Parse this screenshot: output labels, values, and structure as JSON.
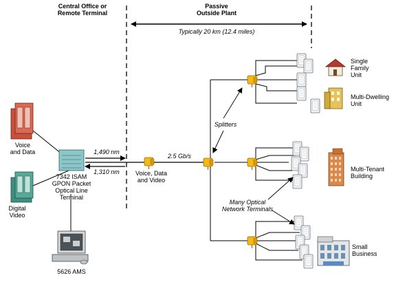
{
  "header": {
    "central_office": [
      "Central Office or",
      "Remote Terminal"
    ],
    "passive_plant": [
      "Passive",
      "Outside Plant"
    ],
    "distance": "Typically 20 km (12.4 miles)"
  },
  "left": {
    "voice_data": [
      "Voice",
      "and Data"
    ],
    "digital_video": [
      "Digital",
      "Video"
    ],
    "olt": [
      "7342 ISAM",
      "GPON Packet",
      "Optical Line",
      "Terminal"
    ],
    "ams": "5626 AMS"
  },
  "link": {
    "downstream": "1,490 nm",
    "upstream": "1,310 nm",
    "rate": "2.5 Gb/s",
    "payload": [
      "Voice, Data",
      "and Video"
    ]
  },
  "callouts": {
    "splitters": "Splitters",
    "onts": [
      "Many Optical",
      "Network Terminals"
    ]
  },
  "endpoints": {
    "single_family": [
      "Single",
      "Family",
      "Unit"
    ],
    "multi_dwelling": [
      "Multi-Dwelling",
      "Unit"
    ],
    "multi_tenant": [
      "Multi-Tenant",
      "Building"
    ],
    "small_business": [
      "Small",
      "Business"
    ]
  },
  "colors": {
    "splitter": "#f3b81a",
    "server": "#c9503c",
    "video": "#3f8f7f",
    "olt": "#8cc6c8",
    "house_roof": "#b23a2e",
    "building": "#d9894a",
    "dwelling": "#e6c25a",
    "ont": "#e8ecef"
  },
  "icons": [
    "server-icon",
    "video-server-icon",
    "olt-icon",
    "ams-workstation-icon",
    "splitter-icon",
    "ont-icon",
    "house-icon",
    "dwelling-icon",
    "tower-icon",
    "office-icon"
  ]
}
